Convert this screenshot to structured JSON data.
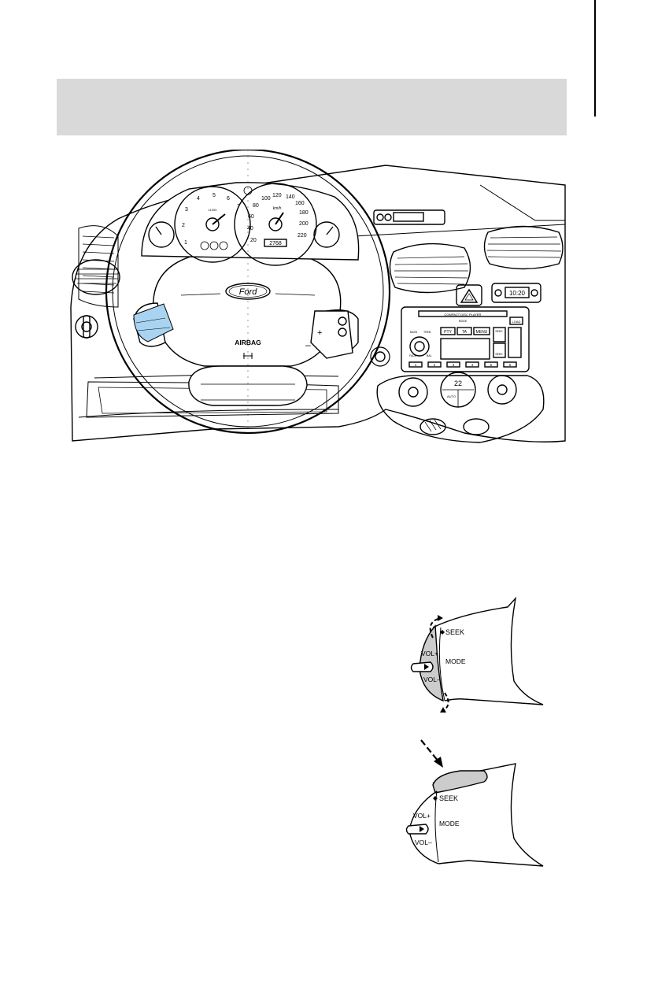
{
  "dashboard": {
    "brand": "Ford",
    "airbag_label": "AIRBAG",
    "speed_ticks": [
      "20",
      "40",
      "60",
      "80",
      "100",
      "120",
      "140",
      "160",
      "180",
      "200",
      "220"
    ],
    "rpm_ticks": [
      "1",
      "2",
      "3",
      "4",
      "5",
      "6",
      "7"
    ],
    "speed_unit": "km/h",
    "rpm_unit": "x1000",
    "odometer": "2768",
    "clock": "10:20",
    "climate_temp": "22",
    "climate_auto": "AUTO",
    "radio": {
      "cd_label": "COMPACT DISC PLAYER",
      "buttons": [
        "PTY",
        "TA",
        "MENU"
      ],
      "seek_up": "SEEK",
      "seek_down": "SEEK",
      "mode_bar": "MODE",
      "load": "LOAD",
      "bass": "BASS",
      "treb": "TREB",
      "bal": "BAL",
      "fade": "FADE",
      "presets": [
        "1",
        "2",
        "3",
        "4",
        "5",
        "6"
      ]
    },
    "steering_plus": "+",
    "steering_minus": "–"
  },
  "stalk_1": {
    "seek": "SEEK",
    "vol_plus": "VOL+",
    "mode": "MODE",
    "vol_minus": "VOL–"
  },
  "stalk_2": {
    "seek": "SEEK",
    "vol_plus": "VOL+",
    "mode": "MODE",
    "vol_minus": "VOL–"
  },
  "colors": {
    "header_band": "#d9d9d9",
    "highlight_blue": "#a9d4f1",
    "stalk_grey": "#cccccc"
  }
}
